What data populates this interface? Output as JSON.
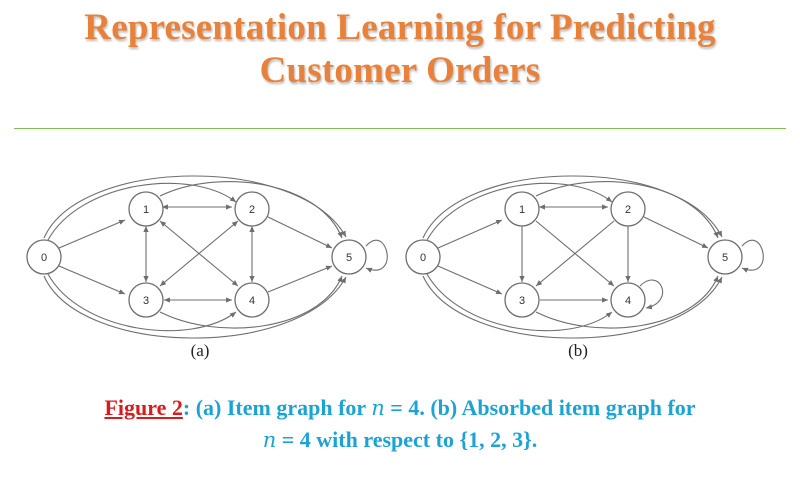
{
  "slide": {
    "title_line1": "Representation Learning for Predicting",
    "title_line2": "Customer Orders"
  },
  "figure": {
    "graph_a": {
      "nodes": [
        "0",
        "1",
        "2",
        "3",
        "4",
        "5"
      ],
      "sublabel": "(a)"
    },
    "graph_b": {
      "nodes": [
        "0",
        "1",
        "2",
        "3",
        "4",
        "5"
      ],
      "sublabel": "(b)"
    }
  },
  "caption": {
    "fig_ref": "Figure 2",
    "part1": ": (a) Item graph for ",
    "var_n1": "n",
    "part2": " = 4. (b) Absorbed item graph for",
    "var_n2": "n",
    "part3": " = 4 with respect to {1, 2, 3}."
  },
  "colors": {
    "title": "#E8823A",
    "rule": "#7FBF5A",
    "caption": "#1BA3D6",
    "fig_ref": "#D81B1B"
  }
}
